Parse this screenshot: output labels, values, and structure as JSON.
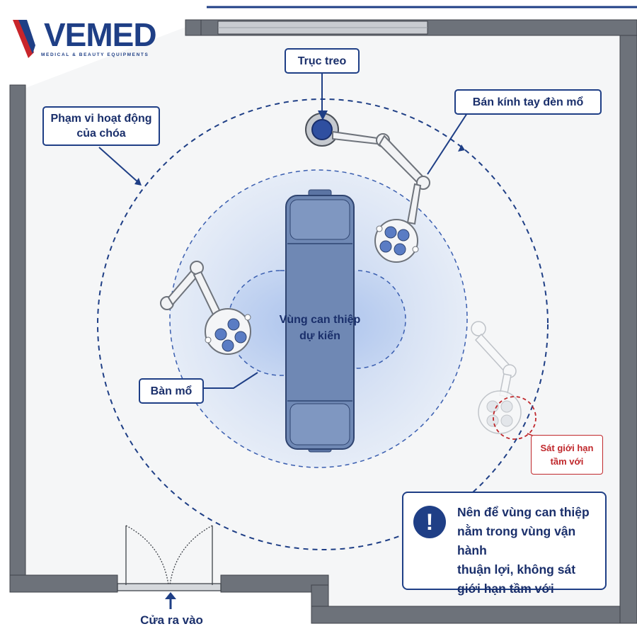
{
  "brand": {
    "name": "VEMED",
    "tagline": "MEDICAL & BEAUTY EQUIPMENTS"
  },
  "labels": {
    "ceiling_mount": "Trục treo",
    "arm_radius": "Bán kính tay đèn mổ",
    "operating_range": [
      "Phạm vi hoạt động",
      "của chóa"
    ],
    "intervention_zone": [
      "Vùng can thiệp",
      "dự kiến"
    ],
    "operating_table": "Bàn mổ",
    "reach_limit": [
      "Sát giới hạn",
      "tầm với"
    ],
    "entrance": "Cửa ra vào"
  },
  "note": {
    "icon": "exclamation-icon",
    "lines": [
      "Nên để vùng can thiệp",
      "nằm trong vùng vận hành",
      "thuận lợi, không sát",
      "giới hạn tầm với"
    ]
  },
  "colors": {
    "navy": "#1f3f86",
    "wall": "#6b7280",
    "floor": "#f6f7f8",
    "zone_blue": "#c9d9f3",
    "table": "#6f88b4",
    "warning_red": "#c0282c"
  }
}
